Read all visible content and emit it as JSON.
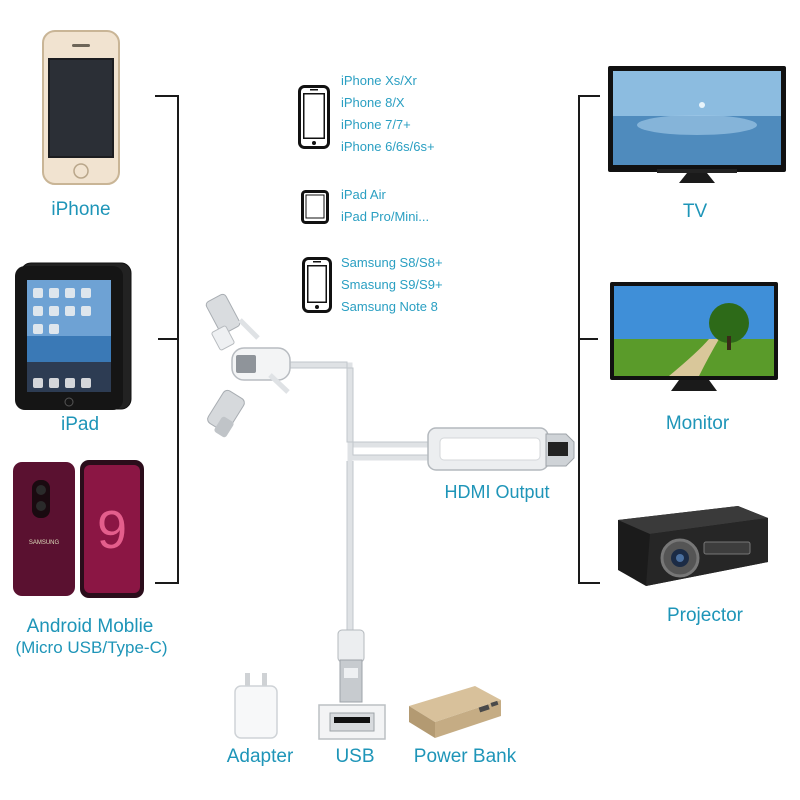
{
  "left_devices": {
    "iphone": {
      "label": "iPhone"
    },
    "ipad": {
      "label": "iPad"
    },
    "android": {
      "label": "Android Moblie",
      "sublabel": "(Micro USB/Type-C)",
      "brand": "SAMSUNG"
    }
  },
  "compatible_lists": {
    "iphones": [
      "iPhone Xs/Xr",
      "iPhone 8/X",
      "iPhone 7/7+",
      "iPhone 6/6s/6s+"
    ],
    "ipads": [
      "iPad Air",
      "iPad Pro/Mini..."
    ],
    "samsung": [
      "Samsung S8/S8+",
      "Smasung S9/S9+",
      "Samsung Note 8"
    ]
  },
  "cable": {
    "output_label": "HDMI Output"
  },
  "right_devices": {
    "tv": {
      "label": "TV"
    },
    "monitor": {
      "label": "Monitor"
    },
    "projector": {
      "label": "Projector"
    }
  },
  "power_sources": {
    "adapter": {
      "label": "Adapter"
    },
    "usb": {
      "label": "USB"
    },
    "power_bank": {
      "label": "Power Bank"
    }
  },
  "colors": {
    "label_blue": "#1e95b8",
    "bracket": "#1a1a1a",
    "cable_white": "#e8eaec"
  }
}
